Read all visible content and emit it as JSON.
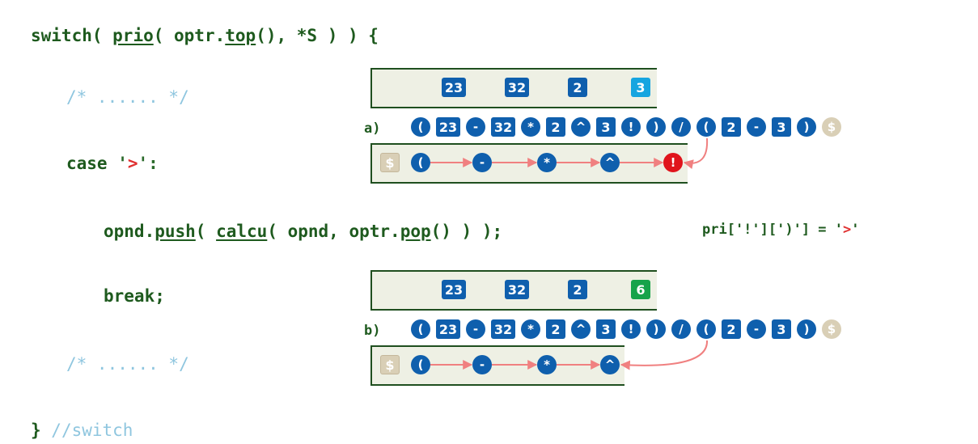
{
  "code": {
    "l1_kw": "switch( ",
    "l1_prio": "prio",
    "l1_mid": "( optr.",
    "l1_top": "top",
    "l1_end": "(), *S ) ) {",
    "comment1": "/* ...... */",
    "case_kw": "case ",
    "case_q1": "'",
    "case_gt": ">",
    "case_q2": "':",
    "l4_a": "opnd.",
    "l4_push": "push",
    "l4_b": "( ",
    "l4_calcu": "calcu",
    "l4_c": "( opnd, optr.",
    "l4_pop": "pop",
    "l4_d": "() ) );",
    "break": "break;",
    "comment2": "/* ...... */",
    "close_brace": "}",
    "close_comment": " //switch"
  },
  "annotation": {
    "text": "pri['!'][')'] = '",
    "gt": ">",
    "end": "'"
  },
  "panel_a": {
    "label": "a)",
    "operand_stack": [
      "23",
      "32",
      "2",
      "3"
    ],
    "expression": [
      "(",
      "23",
      "-",
      "32",
      "*",
      "2",
      "^",
      "3",
      "!",
      ")",
      "/",
      "(",
      "2",
      "-",
      "3",
      ")",
      "$"
    ],
    "operator_stack": [
      "$",
      "(",
      "-",
      "*",
      "^",
      "!"
    ]
  },
  "panel_b": {
    "label": "b)",
    "operand_stack": [
      "23",
      "32",
      "2",
      "6"
    ],
    "expression": [
      "(",
      "23",
      "-",
      "32",
      "*",
      "2",
      "^",
      "3",
      "!",
      ")",
      "/",
      "(",
      "2",
      "-",
      "3",
      ")",
      "$"
    ],
    "operator_stack": [
      "$",
      "(",
      "-",
      "*",
      "^"
    ]
  },
  "colors": {
    "token_blue": "#0f5fad",
    "highlight_cyan": "#16a5e0",
    "highlight_green": "#16a34a",
    "highlight_red": "#e0141c",
    "arrow": "#f08080",
    "sentinel": "#d9cfb6"
  }
}
